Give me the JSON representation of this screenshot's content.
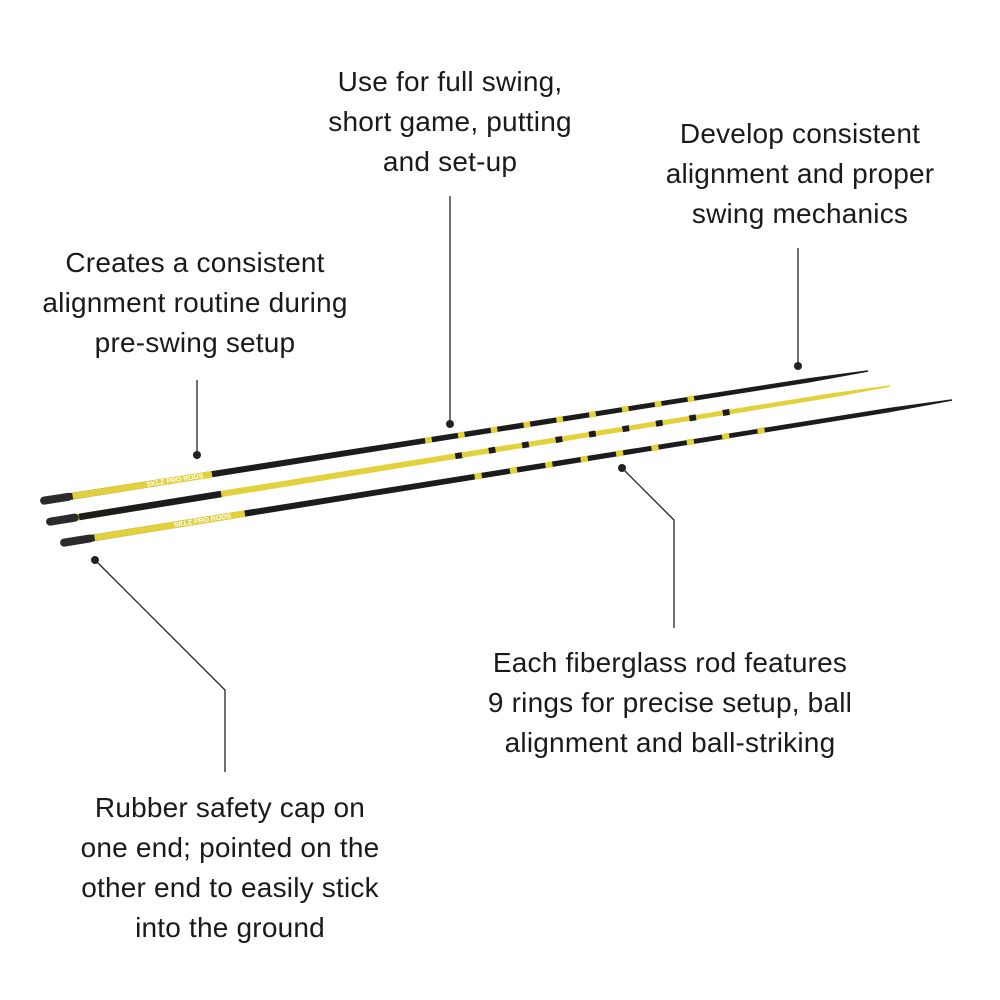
{
  "callouts": {
    "top": {
      "lines": [
        "Use for full swing,",
        "short game, putting",
        "and set-up"
      ]
    },
    "right": {
      "lines": [
        "Develop consistent",
        "alignment and proper",
        "swing mechanics"
      ]
    },
    "left": {
      "lines": [
        "Creates a consistent",
        "alignment routine during",
        "pre-swing setup"
      ]
    },
    "middle": {
      "lines": [
        "Each fiberglass rod features",
        "9 rings for precise setup, ball",
        "alignment and ball-striking"
      ]
    },
    "bottom": {
      "lines": [
        "Rubber safety cap on",
        "one end; pointed on the",
        "other end to easily stick",
        "into the ground"
      ]
    }
  },
  "rods": {
    "brand_text": "SKLZ",
    "product_text": "PRO RODS",
    "ring_count": 9,
    "colors": {
      "black": "#1c1c1c",
      "yellow": "#e3d13b",
      "cap": "#2b2b2b",
      "leader": "#222222"
    }
  }
}
